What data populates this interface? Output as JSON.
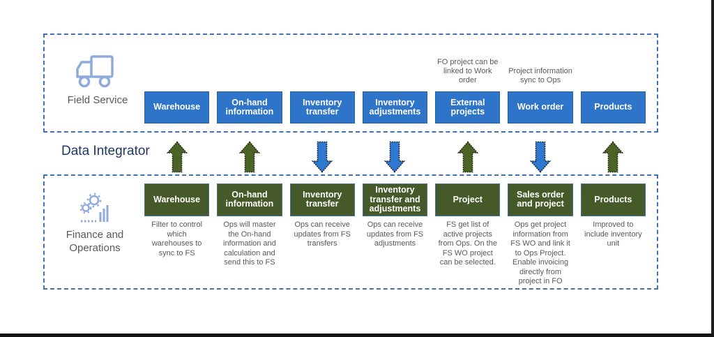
{
  "sections": {
    "field_service": {
      "label": "Field Service",
      "icon": "truck-icon"
    },
    "data_integrator": {
      "label": "Data Integrator"
    },
    "finance_operations": {
      "label": "Finance and Operations",
      "icon": "gears-chart-icon"
    }
  },
  "colors": {
    "fs_box_blue": "#2E74C8",
    "fo_box_green": "#455A28",
    "arrow_up_green": "#4A6326",
    "arrow_down_blue": "#2E79CF",
    "dashed_border_blue": "#4470AD",
    "data_integrator_text": "#1F3864",
    "gray_text": "#595959",
    "icon_light_blue": "#8FAADC"
  },
  "columns": [
    {
      "fs_box": "Warehouse",
      "note": "",
      "arrow": "up",
      "fo_box": "Warehouse",
      "description": "Filter to control which warehouses to sync to FS"
    },
    {
      "fs_box": "On-hand information",
      "note": "",
      "arrow": "up",
      "fo_box": "On-hand information",
      "description": "Ops will master the On-hand information and calculation and send this to FS"
    },
    {
      "fs_box": "Inventory transfer",
      "note": "",
      "arrow": "down",
      "fo_box": "Inventory transfer",
      "description": "Ops can receive updates from FS transfers"
    },
    {
      "fs_box": "Inventory adjustments",
      "note": "",
      "arrow": "down",
      "fo_box": "Inventory transfer and adjustments",
      "description": "Ops can receive updates from FS adjustments"
    },
    {
      "fs_box": "External projects",
      "note": "FO project can be linked to Work order",
      "arrow": "up",
      "fo_box": "Project",
      "description": "FS get list of active projects from Ops. On the FS WO project can be selected."
    },
    {
      "fs_box": "Work order",
      "note": "Project information sync to Ops",
      "arrow": "down",
      "fo_box": "Sales order and project",
      "description": "Ops get project information from FS WO and link it to Ops Project. Enable invoicing directly from project in FO"
    },
    {
      "fs_box": "Products",
      "note": "",
      "arrow": "up",
      "fo_box": "Products",
      "description": "Improved to include inventory unit"
    }
  ]
}
